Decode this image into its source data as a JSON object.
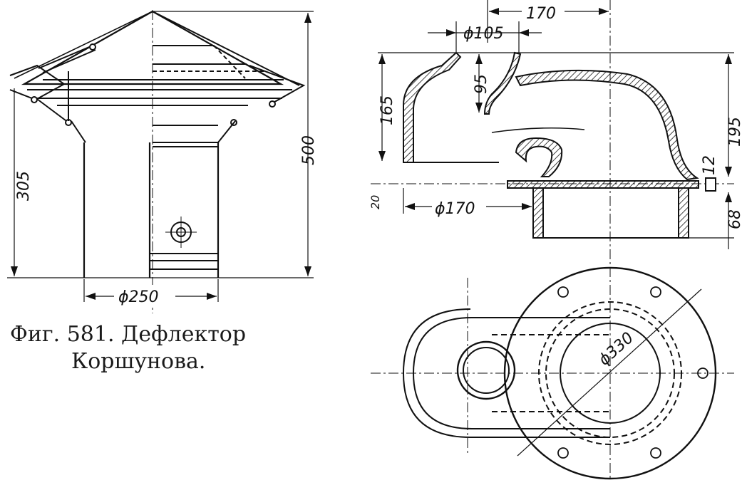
{
  "figure": {
    "caption_line1": "Фиг. 581. Дефлектор",
    "caption_line2": "Коршунова."
  },
  "dimensions": {
    "left_height_total": "500",
    "left_height_body": "305",
    "left_diameter": "ϕ250",
    "right_width_top": "170",
    "right_diameter_top": "ϕ105",
    "right_height_neck": "95",
    "right_height_left": "165",
    "right_height_right": "195",
    "right_flange": "12",
    "right_height_bottom": "68",
    "right_diameter_bottom": "ϕ170",
    "plan_diameter": "ϕ330",
    "right_cut_fragment": "20"
  },
  "colors": {
    "ink": "#111111",
    "paper": "#ffffff"
  }
}
